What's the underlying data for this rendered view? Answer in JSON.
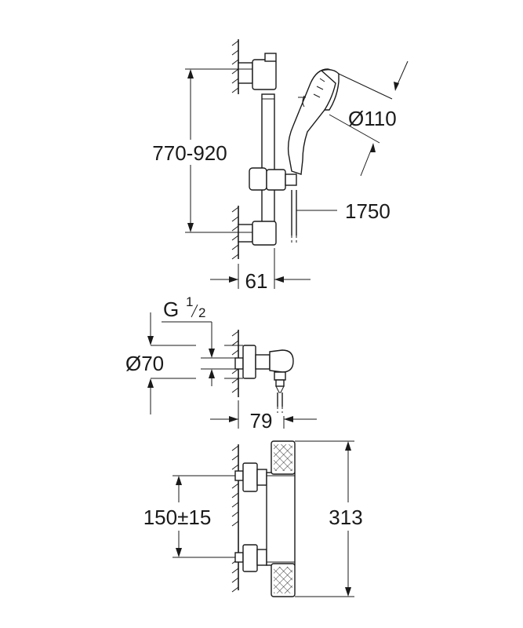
{
  "rail_set": {
    "height_range": "770-920",
    "hand_shower_diameter": "Ø110",
    "hose_length": "1750",
    "rail_projection": "61"
  },
  "connection": {
    "thread_prefix": "G",
    "thread_num": "1",
    "thread_den": "2",
    "rosette_diameter": "Ø70",
    "elbow_projection": "79"
  },
  "thermostat": {
    "centres": "150±15",
    "height": "313"
  }
}
